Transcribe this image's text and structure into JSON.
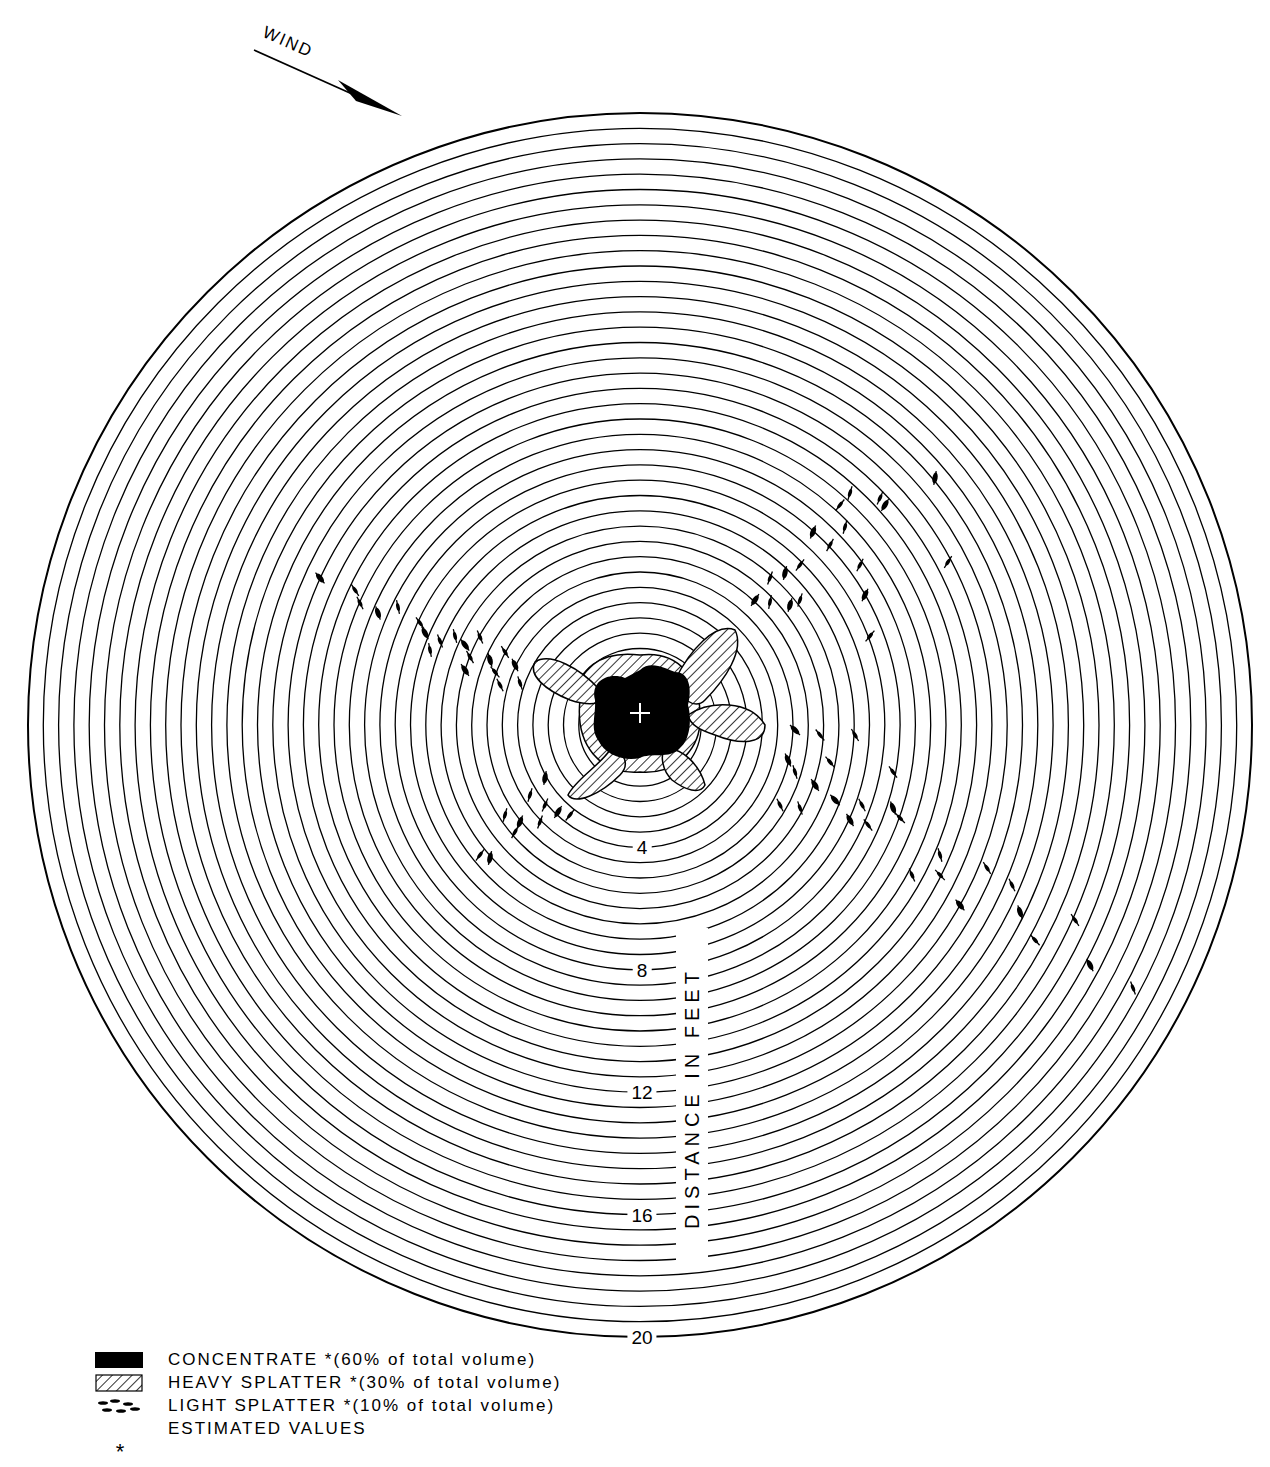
{
  "diagram": {
    "labels": [
      "WIND",
      "4",
      "8",
      "12",
      "16",
      "20",
      "DISTANCE IN FEET",
      "*"
    ],
    "legend": [
      {
        "text": "CONCENTRATE *(60% of total volume)",
        "color": "#000000"
      },
      {
        "text": "HEAVY SPLATTER *(30% of total volume)"
      },
      {
        "text": "LIGHT SPLATTER *(10% of total volume)"
      },
      {
        "text": "ESTIMATED VALUES"
      }
    ]
  }
}
